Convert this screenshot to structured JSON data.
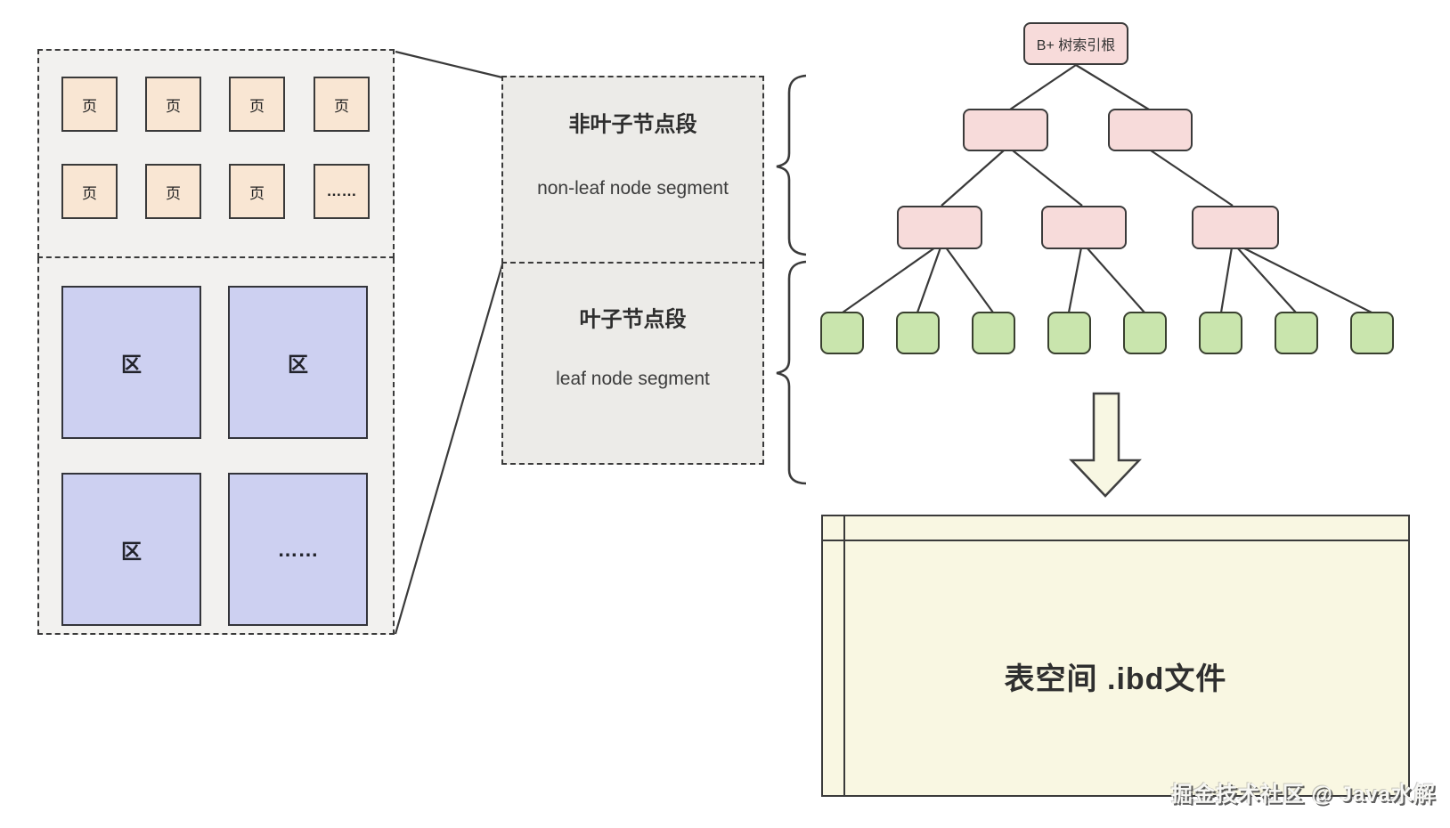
{
  "left_panel": {
    "pages": [
      "页",
      "页",
      "页",
      "页",
      "页",
      "页",
      "页",
      "……"
    ],
    "extents": [
      "区",
      "区",
      "区",
      "……"
    ]
  },
  "segments": {
    "non_leaf": {
      "title": "非叶子节点段",
      "subtitle": "non-leaf node segment"
    },
    "leaf": {
      "title": "叶子节点段",
      "subtitle": "leaf node segment"
    }
  },
  "tree": {
    "root_label": "B+ 树索引根",
    "internal_node_count": 5,
    "leaf_node_count": 8
  },
  "tablespace": {
    "label": "表空间 .ibd文件"
  },
  "watermark": "掘金技术社区 @ Java水解",
  "colors": {
    "page_fill": "#F9E6D3",
    "extent_fill": "#CDD0F1",
    "area_fill": "#F2F1EF",
    "segment_fill": "#ECEBE8",
    "internal_node_fill": "#F7DBDA",
    "leaf_node_fill": "#C9E5AD",
    "tablespace_fill": "#F9F7E2",
    "arrow_fill": "#F8F7E3",
    "line": "#3A3A3A"
  }
}
